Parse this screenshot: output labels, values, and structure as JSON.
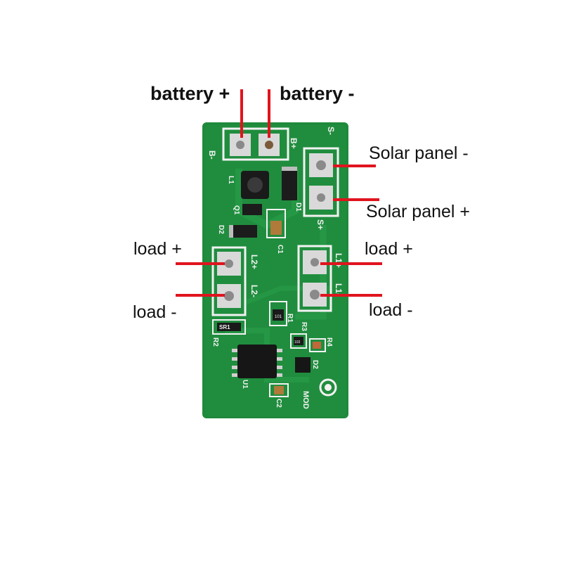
{
  "labels": {
    "battery_plus": "battery +",
    "battery_minus": "battery -",
    "solar_minus": "Solar panel -",
    "solar_plus": "Solar panel +",
    "load_plus_left": "load +",
    "load_minus_left": "load -",
    "load_plus_right": "load +",
    "load_minus_right": "load -"
  },
  "silkscreen": {
    "b_minus": "B-",
    "b_plus": "B+",
    "s_minus": "S-",
    "s_plus": "S+",
    "l1": "L1",
    "d1": "D1",
    "q1": "Q1",
    "d2": "D2",
    "c1": "C1",
    "l2_plus": "L2+",
    "l2_minus": "L2-",
    "l1_plus": "L1+",
    "l1_minus": "L1-",
    "sr1": "SR1",
    "r2": "R2",
    "r1": "R1",
    "r3": "R3",
    "r4": "R4",
    "d2b": "D2",
    "u1": "U1",
    "c2": "C2",
    "mod": "MOD",
    "chip_marking_r1": "101",
    "chip_marking_r3": "103"
  },
  "colors": {
    "pcb": "#1f8a3c",
    "pcb_dark": "#16702f",
    "silkscreen": "#f2f2f2",
    "pad": "#d9d9d9",
    "wire": "#e0141e",
    "text": "#111111"
  }
}
